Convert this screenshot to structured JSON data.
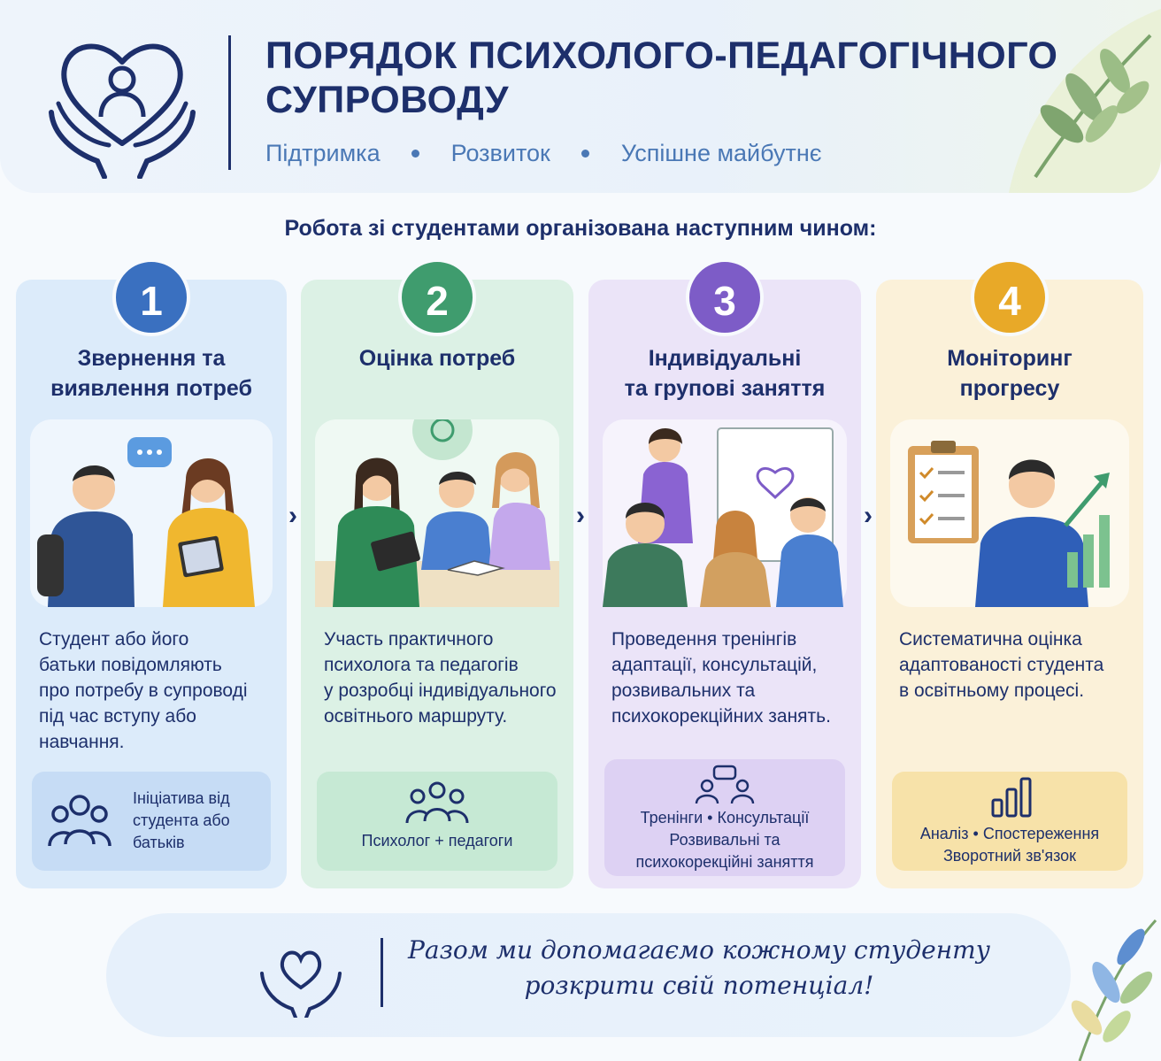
{
  "header": {
    "title_line1": "ПОРЯДОК ПСИХОЛОГО-ПЕДАГОГІЧНОГО",
    "title_line2": "СУПРОВОДУ",
    "tagline": [
      "Підтримка",
      "Розвиток",
      "Успішне майбутнє"
    ]
  },
  "subtitle": "Робота зі студентами організована наступним чином:",
  "steps": [
    {
      "number": "1",
      "title_line1": "Звернення та",
      "title_line2": "виявлення потреб",
      "description": [
        "Студент або його",
        "батьки повідомляють",
        "про потребу в супроводі",
        "під час вступу або",
        "навчання."
      ],
      "footer": [
        "Ініціатива від",
        "студента або",
        "батьків"
      ],
      "footer_icon": "people-group-icon",
      "accent": "#3a70c0"
    },
    {
      "number": "2",
      "title_line1": "Оцінка потреб",
      "title_line2": "",
      "description": [
        "Участь практичного",
        "психолога та педагогів",
        "у розробці індивідуального",
        "освітнього маршруту."
      ],
      "footer": [
        "Психолог + педагоги"
      ],
      "footer_icon": "team-icon",
      "accent": "#3f9c6e"
    },
    {
      "number": "3",
      "title_line1": "Індивідуальні",
      "title_line2": "та групові заняття",
      "description": [
        "Проведення тренінгів",
        "адаптації, консультацій,",
        "розвивальних та",
        "психокорекційних занять."
      ],
      "footer": [
        "Тренінги • Консультації",
        "Розвивальні та",
        "психокорекційні заняття"
      ],
      "footer_icon": "group-chat-icon",
      "accent": "#7d5cc7"
    },
    {
      "number": "4",
      "title_line1": "Моніторинг",
      "title_line2": "прогресу",
      "description": [
        "Систематична оцінка",
        "адаптованості студента",
        "в освітньому процесі."
      ],
      "footer": [
        "Аналіз • Спостереження",
        "Зворотний зв'язок"
      ],
      "footer_icon": "bar-chart-icon",
      "accent": "#e8a928"
    }
  ],
  "arrow_glyph": "›",
  "banner": {
    "line1": "Разом ми допомагаємо кожному студенту",
    "line2": "розкрити свій потенціал!"
  }
}
